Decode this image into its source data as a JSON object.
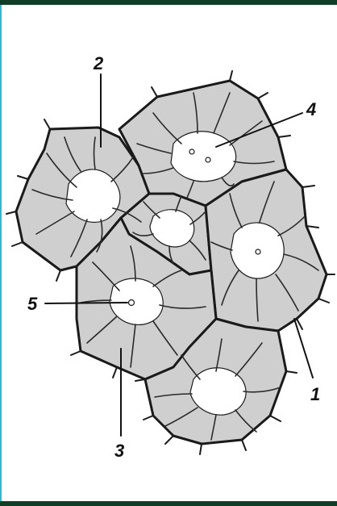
{
  "colors": {
    "background": "#ffffff",
    "frame_dark": "#0f3d26",
    "frame_accent": "#39b6c9",
    "cell_fill": "#cfcfcf",
    "outline": "#1a1a1a",
    "lumen": "#ffffff"
  },
  "labels": {
    "l1": "1",
    "l2": "2",
    "l3": "3",
    "l4": "4",
    "l5": "5"
  }
}
